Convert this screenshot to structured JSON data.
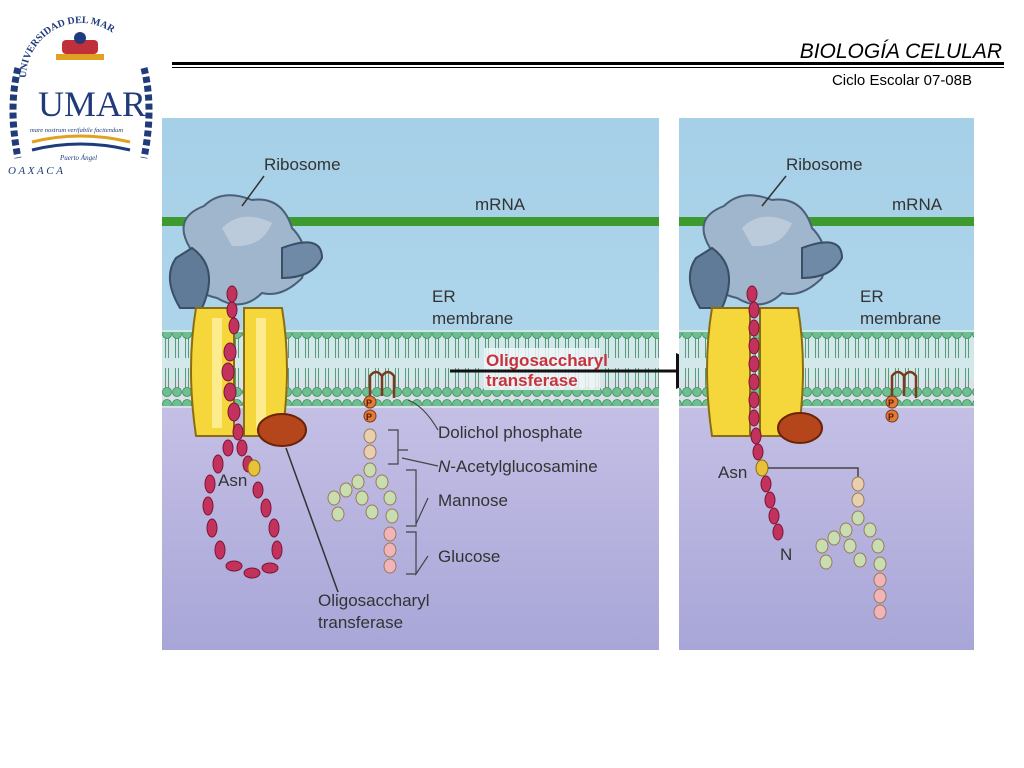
{
  "header": {
    "title": "BIOLOGÍA CELULAR",
    "subtitle": "Ciclo Escolar 07-08B"
  },
  "logo": {
    "arc_text": "UNIVERSIDAD DEL MAR",
    "initials": "UMAR",
    "motto": "mare nostrum verifabile facitendum",
    "place": "Puerto Ángel",
    "state": "O A X A C A"
  },
  "diagram": {
    "left": {
      "ribosome": "Ribosome",
      "mrna": "mRNA",
      "er_line1": "ER",
      "er_line2": "membrane",
      "enzyme_line1": "Oligosaccharyl",
      "enzyme_line2": "transferase",
      "dolichol": "Dolichol phosphate",
      "nacetyl_prefix": "N",
      "nacetyl_rest": "-Acetylglucosamine",
      "mannose": "Mannose",
      "glucose": "Glucose",
      "asn": "Asn",
      "bottom_line1": "Oligosaccharyl",
      "bottom_line2": "transferase",
      "p_label": "P"
    },
    "right": {
      "ribosome": "Ribosome",
      "mrna": "mRNA",
      "er_line1": "ER",
      "er_line2": "membrane",
      "asn": "Asn",
      "n_terminus": "N",
      "p_label": "P"
    },
    "colors": {
      "cytosol": "#a9d2e8",
      "lumen": "#b3b1dd",
      "mrna": "#3c9a2f",
      "ribosome": "#8ea7bf",
      "translocon": "#f5d63b",
      "chain": "#c2325c",
      "enzyme": "#b5451b",
      "nag": "#e8cfae",
      "mannose": "#c8deb0",
      "glucose": "#f2b4b8",
      "arrow_label": "#c8323c"
    }
  }
}
